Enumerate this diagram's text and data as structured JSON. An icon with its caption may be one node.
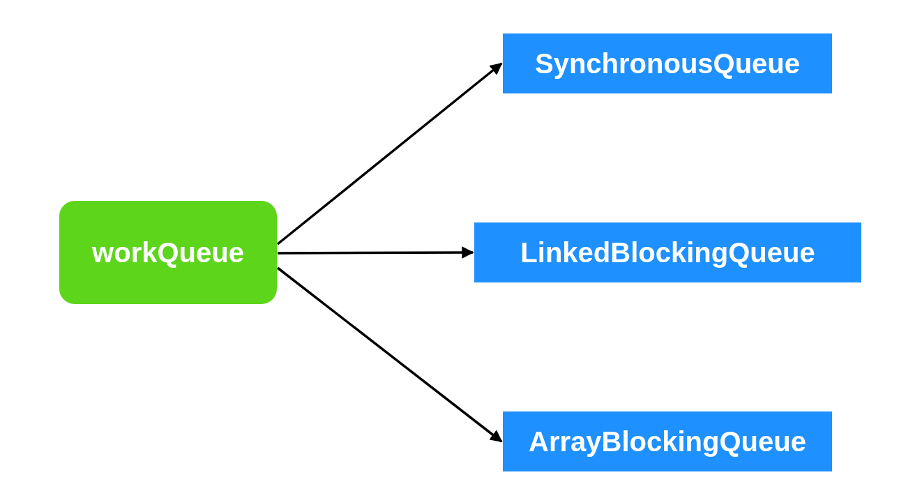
{
  "diagram": {
    "nodes": [
      {
        "text": [
          "workQueue"
        ]
      },
      {
        "text": [
          "SynchronousQueue"
        ]
      },
      {
        "text": [
          "LinkedBlockingQueue"
        ]
      },
      {
        "text": [
          "ArrayBlockingQueue"
        ]
      }
    ],
    "edges": [
      {
        "from": 0,
        "to": 1,
        "arrow": "to"
      },
      {
        "from": 0,
        "to": 2,
        "arrow": "to"
      },
      {
        "from": 0,
        "to": 3,
        "arrow": "to"
      }
    ]
  }
}
